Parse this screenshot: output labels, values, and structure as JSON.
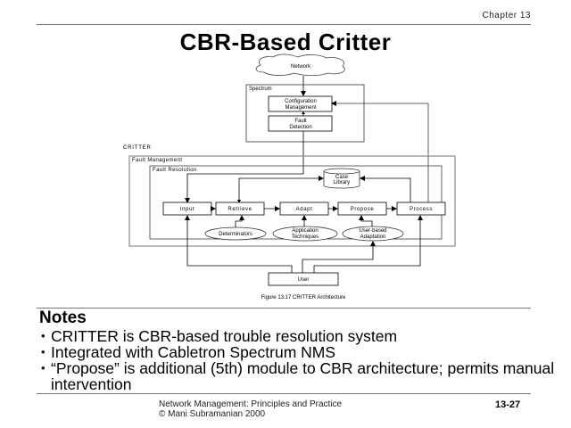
{
  "header": {
    "chapter": "Chapter 13",
    "title": "CBR-Based Critter"
  },
  "diagram": {
    "network": "Network",
    "spectrum": {
      "label": "Spectrum",
      "config_line1": "Configuration",
      "config_line2": "Management",
      "fault_line1": "Fault",
      "fault_line2": "Detection"
    },
    "critter_label": "CRITTER",
    "fault_management_label": "Fault Management",
    "fault_resolution_label": "Fault Resolution",
    "case_library_line1": "Case",
    "case_library_line2": "Library",
    "modules": [
      "Input",
      "Retrieve",
      "Adapt",
      "Propose",
      "Process"
    ],
    "ellipses": [
      {
        "line1": "Determinators",
        "line2": ""
      },
      {
        "line1": "Application",
        "line2": "Techniques"
      },
      {
        "line1": "User-based",
        "line2": "Adaptation"
      }
    ],
    "user": "User",
    "caption": "Figure 13.17 CRITTER Architecture"
  },
  "notes": {
    "title": "Notes",
    "items": [
      "CRITTER is CBR-based trouble resolution system",
      "Integrated with Cabletron Spectrum NMS",
      "“Propose” is additional (5th) module to CBR architecture; permits manual intervention"
    ]
  },
  "footer": {
    "line1": "Network Management: Principles and Practice",
    "line2": "©  Mani Subramanian 2000",
    "page": "13-27"
  }
}
